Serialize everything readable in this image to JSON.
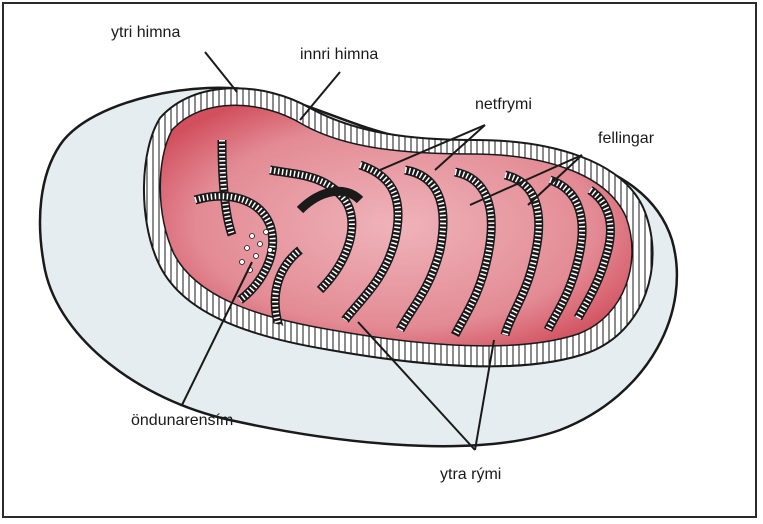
{
  "labels": {
    "outer_membrane": "ytri himna",
    "inner_membrane": "innri himna",
    "matrix": "netfrymi",
    "cristae": "fellingar",
    "respiratory_enzymes": "öndunarensím",
    "intermembrane_space": "ytra rými"
  },
  "colors": {
    "cytoplasm": "#e6edf1",
    "matrix": "#e79aa2",
    "matrix_dark": "#d65a67",
    "membrane": "#1a1a1a",
    "frame": "#2a2a2a"
  }
}
